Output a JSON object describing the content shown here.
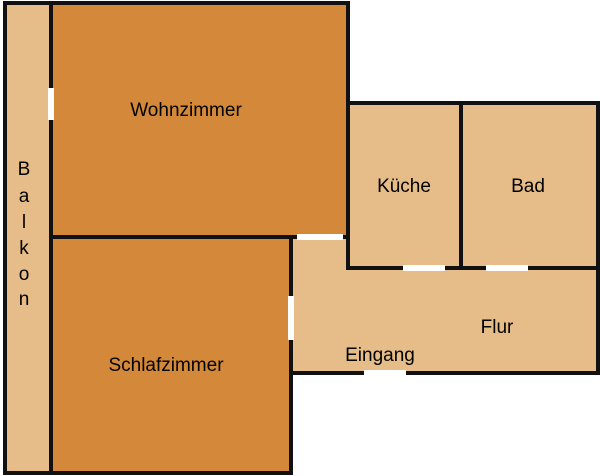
{
  "floorplan": {
    "rooms": {
      "balcony": {
        "label_letters": [
          "B",
          "a",
          "l",
          "k",
          "o",
          "n"
        ]
      },
      "living_room": {
        "label": "Wohnzimmer"
      },
      "bedroom": {
        "label": "Schlafzimmer"
      },
      "kitchen": {
        "label": "Küche"
      },
      "bathroom": {
        "label": "Bad"
      },
      "hallway": {
        "label": "Flur"
      },
      "entrance": {
        "label": "Eingang"
      }
    },
    "colors": {
      "dark_room": "#d4883a",
      "light_room": "#e6bd88",
      "wall": "#111111",
      "opening": "#ffffff"
    }
  }
}
